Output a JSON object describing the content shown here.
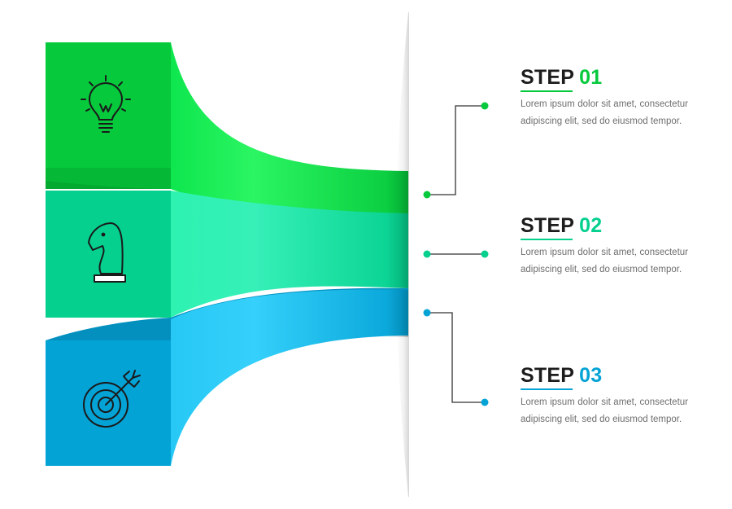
{
  "colors": {
    "green": "#06c93c",
    "teal": "#05d08e",
    "blue": "#04a3d6",
    "title_dark": "#1c1c1c",
    "body_gray": "#6e6e6e",
    "connector": "#333333"
  },
  "steps": [
    {
      "title_word": "STEP",
      "number": "01",
      "text": "Lorem ipsum dolor sit amet, consectetur adipiscing elit, sed do eiusmod tempor.",
      "icon": "lightbulb-icon",
      "color": "#06c93c"
    },
    {
      "title_word": "STEP",
      "number": "02",
      "text": "Lorem ipsum dolor sit amet, consectetur adipiscing elit, sed do eiusmod tempor.",
      "icon": "chess-knight-icon",
      "color": "#05d08e"
    },
    {
      "title_word": "STEP",
      "number": "03",
      "text": "Lorem ipsum dolor sit amet, consectetur adipiscing elit, sed do eiusmod tempor.",
      "icon": "target-arrow-icon",
      "color": "#04a3d6"
    }
  ]
}
